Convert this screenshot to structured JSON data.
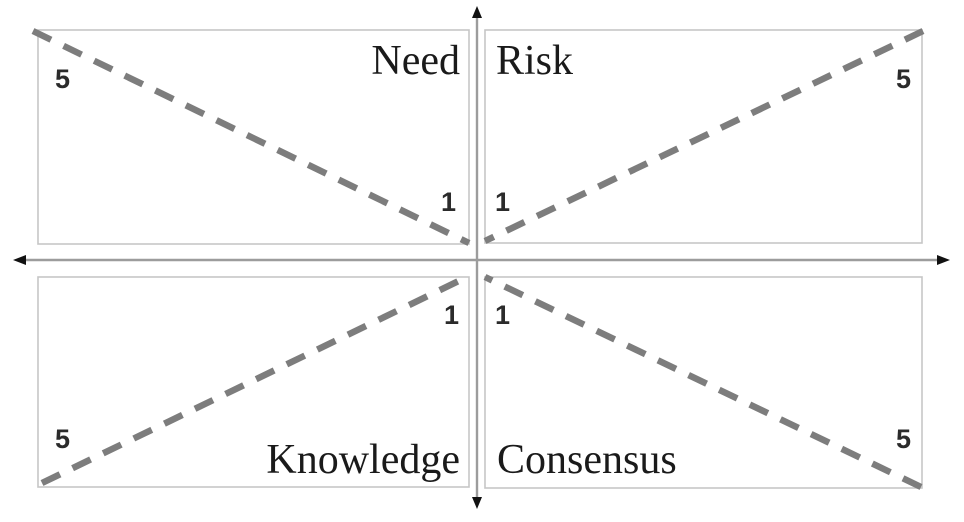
{
  "diagram": {
    "type": "four-quadrant scale diagram",
    "scale_min": "1",
    "scale_max": "5"
  },
  "quadrants": {
    "top_left": {
      "label": "Need",
      "inner_value": "1",
      "outer_value": "5"
    },
    "top_right": {
      "label": "Risk",
      "inner_value": "1",
      "outer_value": "5"
    },
    "bottom_left": {
      "label": "Knowledge",
      "inner_value": "1",
      "outer_value": "5"
    },
    "bottom_right": {
      "label": "Consensus",
      "inner_value": "1",
      "outer_value": "5"
    }
  },
  "colors": {
    "dash_gray": "#7d7d7d",
    "axis_gray": "#9c9c9c",
    "arrow_black": "#111111",
    "box_border": "#c6c6c6",
    "label_text": "#1a1a1a",
    "number_text": "#2b2b2b"
  }
}
